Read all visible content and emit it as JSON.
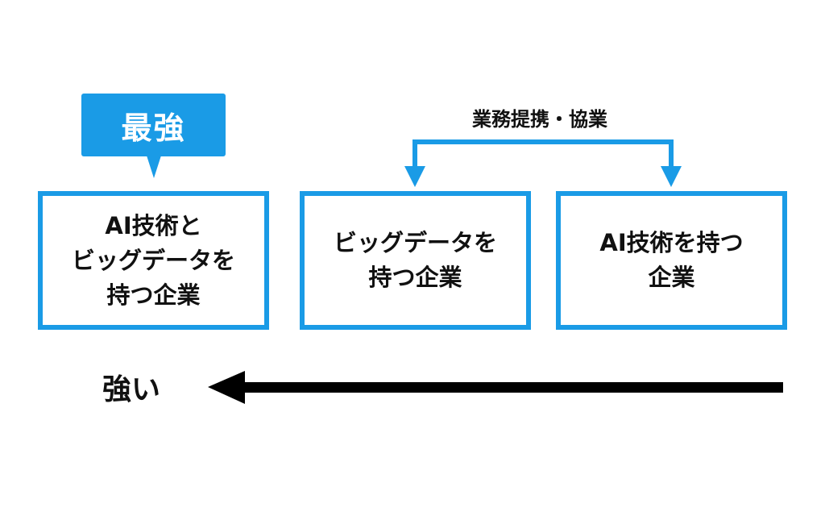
{
  "callout": {
    "label": "最強"
  },
  "boxes": {
    "left": {
      "lines": [
        "AI技術と",
        "ビッグデータを",
        "持つ企業"
      ]
    },
    "middle": {
      "lines": [
        "ビッグデータを",
        "持つ企業"
      ]
    },
    "right": {
      "lines": [
        "AI技術を持つ",
        "企業"
      ]
    }
  },
  "connector": {
    "label": "業務提携・協業"
  },
  "axis": {
    "label": "強い"
  },
  "colors": {
    "accent": "#1a9be6",
    "text": "#111111",
    "arrow": "#000000"
  }
}
